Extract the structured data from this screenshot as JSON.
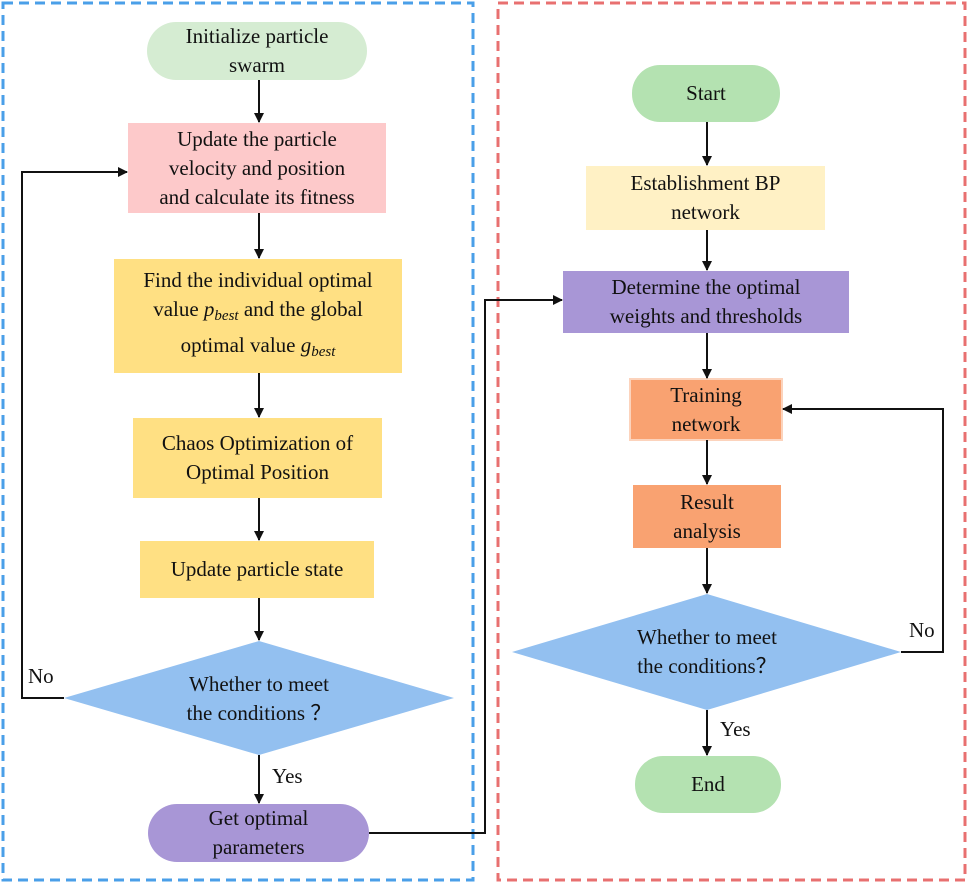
{
  "colors": {
    "left_border": "#4a9fe8",
    "right_border": "#e87070",
    "start_green": "#b4e2b1",
    "start_green_light": "#d5ecd2",
    "pink": "#fdc9ca",
    "yellow": "#ffe083",
    "light_yellow": "#fff1c5",
    "purple": "#a896d6",
    "orange": "#f9a271",
    "blue_diamond": "#93c0f0",
    "arrow": "#111111"
  },
  "left": {
    "init_line1": "Initialize particle",
    "init_line2": "swarm",
    "update_line1": "Update the particle",
    "update_line2": "velocity and position",
    "update_line3": "and calculate its fitness",
    "find_line1": "Find the individual optimal",
    "find_line2_prefix": "value ",
    "find_p": "p",
    "find_p_sub": "best",
    "find_line2_suffix": " and the global",
    "find_line3_prefix": "optimal value ",
    "find_g": "g",
    "find_g_sub": "best",
    "chaos_line1": "Chaos Optimization of",
    "chaos_line2": "Optimal Position",
    "state": "Update particle state",
    "cond_line1": "Whether to meet",
    "cond_line2": "the conditions ？",
    "no": "No",
    "yes": "Yes",
    "get_line1": "Get optimal",
    "get_line2": "parameters"
  },
  "right": {
    "start": "Start",
    "bp_line1": "Establishment BP",
    "bp_line2": "network",
    "det_line1": "Determine the optimal",
    "det_line2": "weights and thresholds",
    "train_line1": "Training",
    "train_line2": "network",
    "result_line1": "Result",
    "result_line2": "analysis",
    "cond_line1": "Whether to meet",
    "cond_line2": "the conditions？",
    "no": "No",
    "yes": "Yes",
    "end": "End"
  }
}
